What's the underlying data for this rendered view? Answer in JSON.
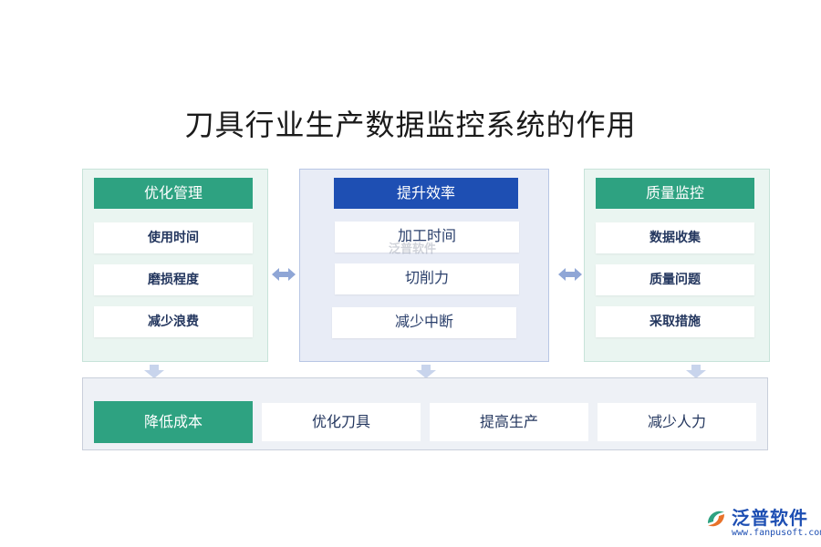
{
  "title": "刀具行业生产数据监控系统的作用",
  "left": {
    "header": "优化管理",
    "items": [
      "使用时间",
      "磨损程度",
      "减少浪费"
    ]
  },
  "middle": {
    "header": "提升效率",
    "items": [
      "加工时间",
      "切削力",
      "减少中断"
    ],
    "watermark": "泛普软件"
  },
  "right": {
    "header": "质量监控",
    "items": [
      "数据收集",
      "质量问题",
      "采取措施"
    ]
  },
  "bottom": {
    "key": "降低成本",
    "items": [
      "优化刀具",
      "提高生产",
      "减少人力"
    ]
  },
  "logo": {
    "name": "泛普软件",
    "url": "www.fanpusoft.com"
  },
  "colors": {
    "green": "#2ea281",
    "blue": "#1e4fb3",
    "arrow": "#8fa6d6"
  }
}
